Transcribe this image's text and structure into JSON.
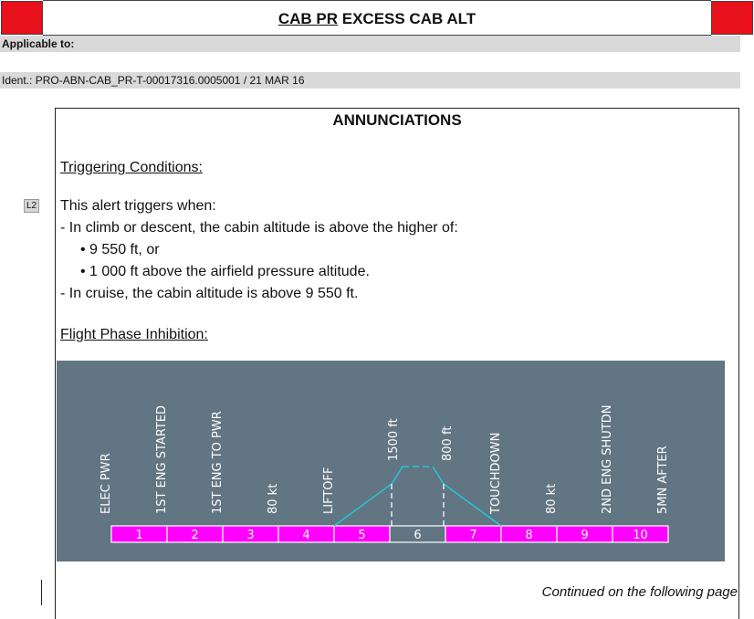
{
  "header": {
    "title_underlined": "CAB PR",
    "title_rest": " EXCESS CAB ALT",
    "accent_color": "#e8101a"
  },
  "applicable": "Applicable to:",
  "ident": "Ident.: PRO-ABN-CAB_PR-T-00017316.0005001 / 21 MAR 16",
  "section_title": "ANNUNCIATIONS",
  "triggering": {
    "heading": "Triggering Conditions:",
    "badge": "L2",
    "intro": "This alert triggers when:",
    "line1": "-  In climb or descent, the cabin altitude is above the higher of:",
    "bullet1": "•  9 550 ft, or",
    "bullet2": "•  1 000 ft above the airfield pressure altitude.",
    "line2": "-  In cruise, the cabin altitude is above 9 550 ft."
  },
  "inhibition": {
    "heading": "Flight Phase Inhibition:",
    "background_color": "#617583",
    "inhibited_color": "#ff00ff",
    "active_color": "#617583",
    "line_color": "#22c8d8",
    "events": [
      "ELEC PWR",
      "1ST ENG STARTED",
      "1ST ENG TO PWR",
      "80 kt",
      "LIFTOFF",
      "TOUCHDOWN",
      "80 kt",
      "2ND ENG SHUTDN",
      "5MN AFTER"
    ],
    "altitudes": [
      "1500 ft",
      "800 ft"
    ],
    "phases": [
      {
        "label": "1",
        "inhibited": true
      },
      {
        "label": "2",
        "inhibited": true
      },
      {
        "label": "3",
        "inhibited": true
      },
      {
        "label": "4",
        "inhibited": true
      },
      {
        "label": "5",
        "inhibited": true
      },
      {
        "label": "6",
        "inhibited": false
      },
      {
        "label": "7",
        "inhibited": true
      },
      {
        "label": "8",
        "inhibited": true
      },
      {
        "label": "9",
        "inhibited": true
      },
      {
        "label": "10",
        "inhibited": true
      }
    ]
  },
  "footer": "Continued on the following page"
}
